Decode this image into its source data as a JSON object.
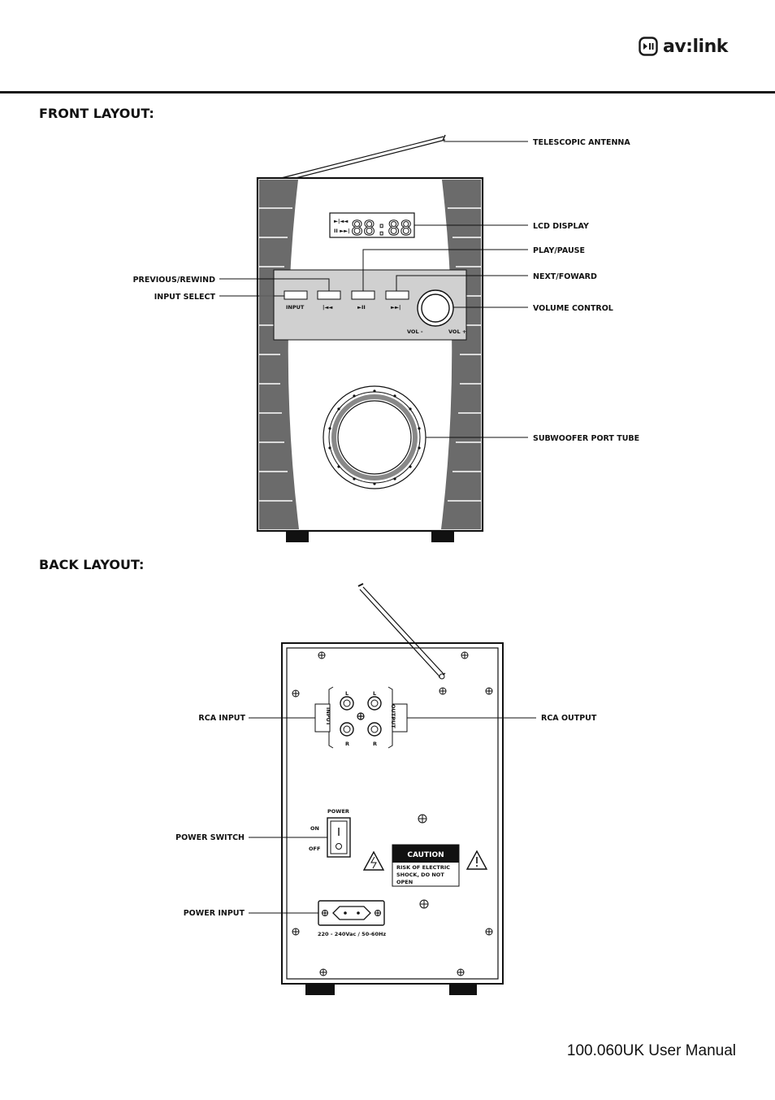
{
  "header": {
    "logo_text": "av:link",
    "logo_icon": "play-pause-icon"
  },
  "front": {
    "title": "FRONT LAYOUT:",
    "callouts": {
      "antenna": "TELESCOPIC ANTENNA",
      "lcd": "LCD DISPLAY",
      "play": "PLAY/PAUSE",
      "next": "NEXT/FOWARD",
      "prev": "PREVIOUS/REWIND",
      "input": "INPUT SELECT",
      "volume": "VOLUME CONTROL",
      "port": "SUBWOOFER PORT TUBE"
    },
    "panel": {
      "input_label": "INPUT",
      "prev_symbol": "|◄◄",
      "play_symbol": "►II",
      "next_symbol": "►►|",
      "vol_minus": "VOL -",
      "vol_plus": "VOL +",
      "lcd_digits": "88:88",
      "lcd_icons_top": "►|◄◄",
      "lcd_icons_bottom": "II ►►|"
    }
  },
  "back": {
    "title": "BACK LAYOUT:",
    "callouts": {
      "rca_input": "RCA INPUT",
      "rca_output": "RCA OUTPUT",
      "power_switch": "POWER SWITCH",
      "power_input": "POWER INPUT"
    },
    "panel": {
      "input_label": "INPUT",
      "output_label": "OUTPUT",
      "left": "L",
      "right": "R",
      "power": "POWER",
      "on": "ON",
      "off": "OFF",
      "caution_title": "CAUTION",
      "caution_line1": "RISK OF ELECTRIC",
      "caution_line2": "SHOCK, DO NOT",
      "caution_line3": "OPEN",
      "voltage": "220 - 240Vac / 50-60Hz"
    }
  },
  "footer": {
    "text": "100.060UK User Manual"
  }
}
